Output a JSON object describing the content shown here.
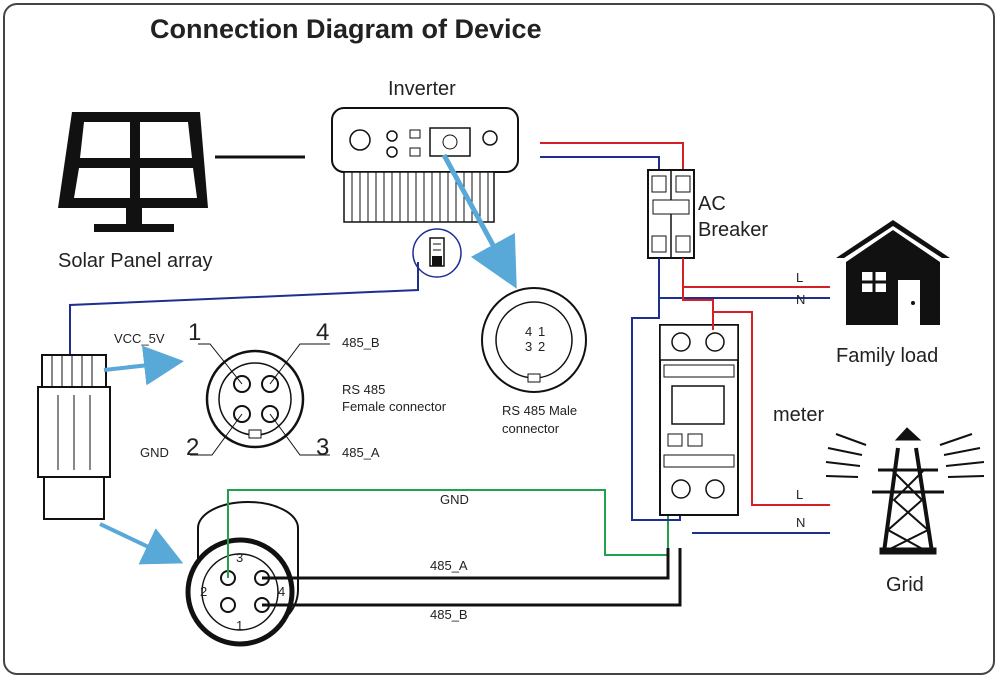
{
  "title": "Connection Diagram of Device",
  "labels": {
    "inverter": "Inverter",
    "solar_panel": "Solar Panel array",
    "ac_breaker_1": "AC",
    "ac_breaker_2": "Breaker",
    "family_load": "Family load",
    "meter": "meter",
    "grid": "Grid",
    "vcc": "VCC_5V",
    "gnd_left": "GND",
    "b485": "485_B",
    "a485": "485_A",
    "rs485_female_1": "RS 485",
    "rs485_female_2": "Female connector",
    "rs485_male_1": "RS 485 Male",
    "rs485_male_2": "connector",
    "wire_gnd": "GND",
    "wire_485a": "485_A",
    "wire_485b": "485_B",
    "line_l_top": "L",
    "line_n_top": "N",
    "line_l_bottom": "L",
    "line_n_bottom": "N"
  },
  "pins": {
    "female": [
      "1",
      "2",
      "3",
      "4"
    ],
    "male": [
      "4",
      "1",
      "3",
      "2"
    ],
    "plug": [
      "1",
      "2",
      "3",
      "4"
    ]
  },
  "colors": {
    "red": "#d42027",
    "blue": "#1f2f8f",
    "green": "#22a04b",
    "black": "#111111",
    "arrow": "#58a8d8"
  }
}
